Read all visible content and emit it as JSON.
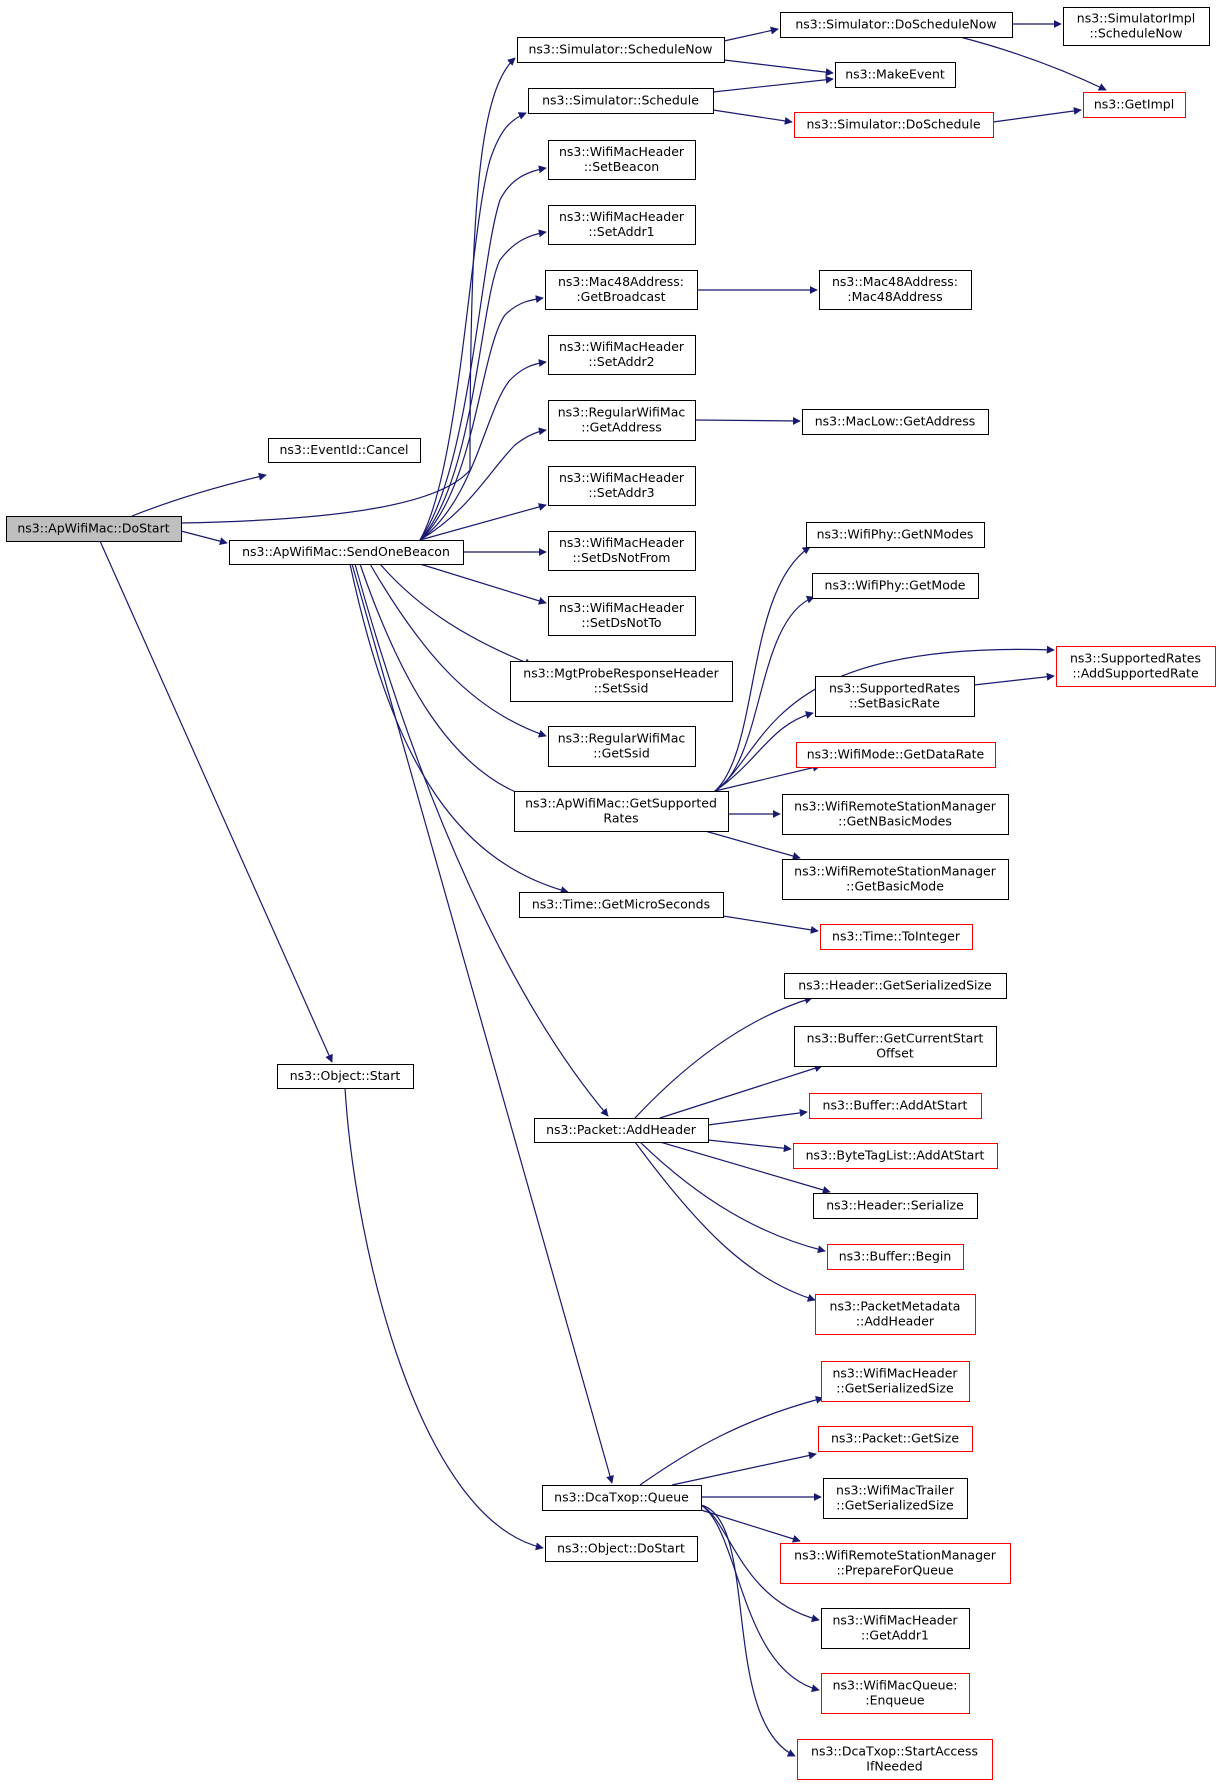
{
  "diagram": {
    "colors": {
      "edge": "#191970",
      "node_border": "#000000",
      "node_border_red": "#ff0000",
      "root_fill": "#bfbfbf",
      "node_fill": "#ffffff"
    },
    "nodes": [
      {
        "id": "n0",
        "lines": [
          "ns3::ApWifiMac::DoStart"
        ],
        "style": "root"
      },
      {
        "id": "n1",
        "lines": [
          "ns3::EventId::Cancel"
        ],
        "style": "normal"
      },
      {
        "id": "n2",
        "lines": [
          "ns3::ApWifiMac::SendOneBeacon"
        ],
        "style": "normal"
      },
      {
        "id": "n3",
        "lines": [
          "ns3::Object::Start"
        ],
        "style": "normal"
      },
      {
        "id": "n4",
        "lines": [
          "ns3::Simulator::ScheduleNow"
        ],
        "style": "normal"
      },
      {
        "id": "n5",
        "lines": [
          "ns3::Simulator::Schedule"
        ],
        "style": "normal"
      },
      {
        "id": "n6",
        "lines": [
          "ns3::WifiMacHeader",
          "::SetBeacon"
        ],
        "style": "normal"
      },
      {
        "id": "n7",
        "lines": [
          "ns3::WifiMacHeader",
          "::SetAddr1"
        ],
        "style": "normal"
      },
      {
        "id": "n8",
        "lines": [
          "ns3::Mac48Address:",
          ":GetBroadcast"
        ],
        "style": "normal"
      },
      {
        "id": "n9",
        "lines": [
          "ns3::WifiMacHeader",
          "::SetAddr2"
        ],
        "style": "normal"
      },
      {
        "id": "n10",
        "lines": [
          "ns3::RegularWifiMac",
          "::GetAddress"
        ],
        "style": "normal"
      },
      {
        "id": "n11",
        "lines": [
          "ns3::WifiMacHeader",
          "::SetAddr3"
        ],
        "style": "normal"
      },
      {
        "id": "n12",
        "lines": [
          "ns3::WifiMacHeader",
          "::SetDsNotFrom"
        ],
        "style": "normal"
      },
      {
        "id": "n13",
        "lines": [
          "ns3::WifiMacHeader",
          "::SetDsNotTo"
        ],
        "style": "normal"
      },
      {
        "id": "n14",
        "lines": [
          "ns3::MgtProbeResponseHeader",
          "::SetSsid"
        ],
        "style": "normal"
      },
      {
        "id": "n15",
        "lines": [
          "ns3::RegularWifiMac",
          "::GetSsid"
        ],
        "style": "normal"
      },
      {
        "id": "n16",
        "lines": [
          "ns3::ApWifiMac::GetSupported",
          "Rates"
        ],
        "style": "normal"
      },
      {
        "id": "n17",
        "lines": [
          "ns3::Time::GetMicroSeconds"
        ],
        "style": "normal"
      },
      {
        "id": "n18",
        "lines": [
          "ns3::Packet::AddHeader"
        ],
        "style": "normal"
      },
      {
        "id": "n19",
        "lines": [
          "ns3::DcaTxop::Queue"
        ],
        "style": "normal"
      },
      {
        "id": "n20",
        "lines": [
          "ns3::Object::DoStart"
        ],
        "style": "normal"
      },
      {
        "id": "n21",
        "lines": [
          "ns3::Simulator::DoScheduleNow"
        ],
        "style": "normal"
      },
      {
        "id": "n22",
        "lines": [
          "ns3::MakeEvent"
        ],
        "style": "normal"
      },
      {
        "id": "n23",
        "lines": [
          "ns3::Simulator::DoSchedule"
        ],
        "style": "red"
      },
      {
        "id": "n24",
        "lines": [
          "ns3::SimulatorImpl",
          "::ScheduleNow"
        ],
        "style": "normal"
      },
      {
        "id": "n25",
        "lines": [
          "ns3::GetImpl"
        ],
        "style": "red"
      },
      {
        "id": "n26",
        "lines": [
          "ns3::Mac48Address:",
          ":Mac48Address"
        ],
        "style": "normal"
      },
      {
        "id": "n27",
        "lines": [
          "ns3::MacLow::GetAddress"
        ],
        "style": "normal"
      },
      {
        "id": "n28",
        "lines": [
          "ns3::WifiPhy::GetNModes"
        ],
        "style": "normal"
      },
      {
        "id": "n29",
        "lines": [
          "ns3::WifiPhy::GetMode"
        ],
        "style": "normal"
      },
      {
        "id": "n30",
        "lines": [
          "ns3::SupportedRates",
          "::AddSupportedRate"
        ],
        "style": "red"
      },
      {
        "id": "n31",
        "lines": [
          "ns3::SupportedRates",
          "::SetBasicRate"
        ],
        "style": "normal"
      },
      {
        "id": "n32",
        "lines": [
          "ns3::WifiMode::GetDataRate"
        ],
        "style": "red"
      },
      {
        "id": "n33",
        "lines": [
          "ns3::WifiRemoteStationManager",
          "::GetNBasicModes"
        ],
        "style": "normal"
      },
      {
        "id": "n34",
        "lines": [
          "ns3::WifiRemoteStationManager",
          "::GetBasicMode"
        ],
        "style": "normal"
      },
      {
        "id": "n35",
        "lines": [
          "ns3::Time::ToInteger"
        ],
        "style": "red"
      },
      {
        "id": "n36",
        "lines": [
          "ns3::Header::GetSerializedSize"
        ],
        "style": "normal"
      },
      {
        "id": "n37",
        "lines": [
          "ns3::Buffer::GetCurrentStart",
          "Offset"
        ],
        "style": "normal"
      },
      {
        "id": "n38",
        "lines": [
          "ns3::Buffer::AddAtStart"
        ],
        "style": "red"
      },
      {
        "id": "n39",
        "lines": [
          "ns3::ByteTagList::AddAtStart"
        ],
        "style": "red"
      },
      {
        "id": "n40",
        "lines": [
          "ns3::Header::Serialize"
        ],
        "style": "normal"
      },
      {
        "id": "n41",
        "lines": [
          "ns3::Buffer::Begin"
        ],
        "style": "red"
      },
      {
        "id": "n42",
        "lines": [
          "ns3::PacketMetadata",
          "::AddHeader"
        ],
        "style": "red"
      },
      {
        "id": "n43",
        "lines": [
          "ns3::WifiMacHeader",
          "::GetSerializedSize"
        ],
        "style": "red"
      },
      {
        "id": "n44",
        "lines": [
          "ns3::Packet::GetSize"
        ],
        "style": "red"
      },
      {
        "id": "n45",
        "lines": [
          "ns3::WifiMacTrailer",
          "::GetSerializedSize"
        ],
        "style": "normal"
      },
      {
        "id": "n46",
        "lines": [
          "ns3::WifiRemoteStationManager",
          "::PrepareForQueue"
        ],
        "style": "red"
      },
      {
        "id": "n47",
        "lines": [
          "ns3::WifiMacHeader",
          "::GetAddr1"
        ],
        "style": "normal"
      },
      {
        "id": "n48",
        "lines": [
          "ns3::WifiMacQueue:",
          ":Enqueue"
        ],
        "style": "red"
      },
      {
        "id": "n49",
        "lines": [
          "ns3::DcaTxop::StartAccess",
          "IfNeeded"
        ],
        "style": "red"
      }
    ]
  }
}
